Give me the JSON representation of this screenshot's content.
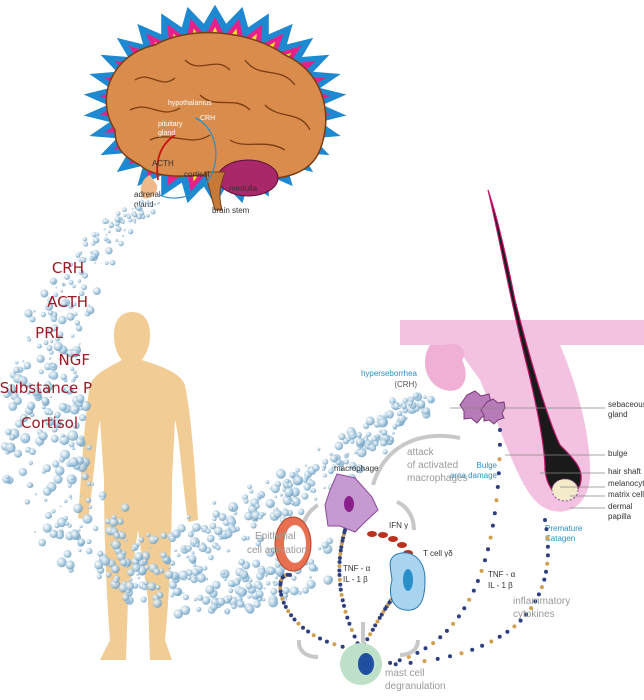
{
  "brain": {
    "hypothalamus": "hypothalamus",
    "crh": "CRH",
    "pituitary_1": "pituitary",
    "pituitary_2": "gland",
    "acth": "ACTH",
    "cortisol": "cortisol",
    "adrenal_1": "adrenal",
    "adrenal_2": "gland",
    "medulla": "medulla",
    "brain_stem": "brain stem"
  },
  "hormones": [
    "CRH",
    "ACTH",
    "PRL",
    "NGF",
    "Substance P",
    "Cortisol"
  ],
  "follicle": {
    "hyperseborrhea": "hyperseborrhea",
    "hyperseborrhea_crh": "(CRH)",
    "sebaceous_1": "sebaceous",
    "sebaceous_2": "gland",
    "bulge": "bulge",
    "hair_shaft": "hair shaft",
    "melanocytes": "melanocytes",
    "matrix_cells": "matrix cells",
    "dermal_1": "dermal",
    "dermal_2": "papilla",
    "premature": "Premature",
    "catagen": "Catagen",
    "bulge_damage_1": "Bulge",
    "bulge_damage_2": "area damage"
  },
  "immune": {
    "attack_1": "attack",
    "attack_2": "of activated",
    "attack_3": "macrophages",
    "macrophage": "macrophage",
    "ifn": "IFN γ",
    "tcell": "T cell γδ",
    "epi_1": "Epithelial",
    "epi_2": "cell activation",
    "tnf_left_1": "TNF - α",
    "tnf_left_2": "IL - 1 β",
    "tnf_right_1": "TNF - α",
    "tnf_right_2": "IL - 1 β",
    "infl_1": "inflammatory",
    "infl_2": "cytokines",
    "mast_1": "mast cell",
    "mast_2": "degranulation"
  },
  "colors": {
    "hormone_text": "#9b1b24",
    "body": "#f0c88a",
    "brain": "#d98c4c",
    "follicle_pink": "#f0b8dc",
    "bubble": "#9fc4dc",
    "accent_blue": "#2a8fc6"
  }
}
